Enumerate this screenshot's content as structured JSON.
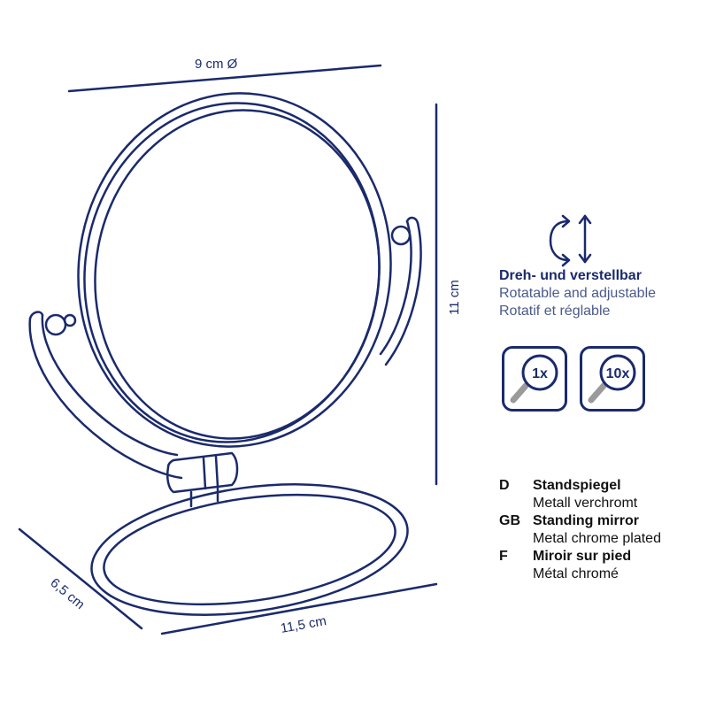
{
  "dimensions": {
    "diameter": "9 cm Ø",
    "height": "11 cm",
    "depth": "6,5 cm",
    "width": "11,5 cm"
  },
  "feature": {
    "icon": "rotate-adjust-icon",
    "line_de": "Dreh- und verstellbar",
    "line_en": "Rotatable and adjustable",
    "line_fr": "Rotatif et réglable"
  },
  "magnification": [
    {
      "label": "1x",
      "icon": "magnifier-icon"
    },
    {
      "label": "10x",
      "icon": "magnifier-icon"
    }
  ],
  "languages": [
    {
      "code": "D",
      "title": "Standspiegel",
      "subtitle": "Metall verchromt"
    },
    {
      "code": "GB",
      "title": "Standing mirror",
      "subtitle": "Metal chrome plated"
    },
    {
      "code": "F",
      "title": "Miroir sur pied",
      "subtitle": "Métal chromé"
    }
  ],
  "colors": {
    "line": "#1a2a6c",
    "badge_bg": "#ffffff",
    "magnifier_handle": "#9a9a9a"
  }
}
